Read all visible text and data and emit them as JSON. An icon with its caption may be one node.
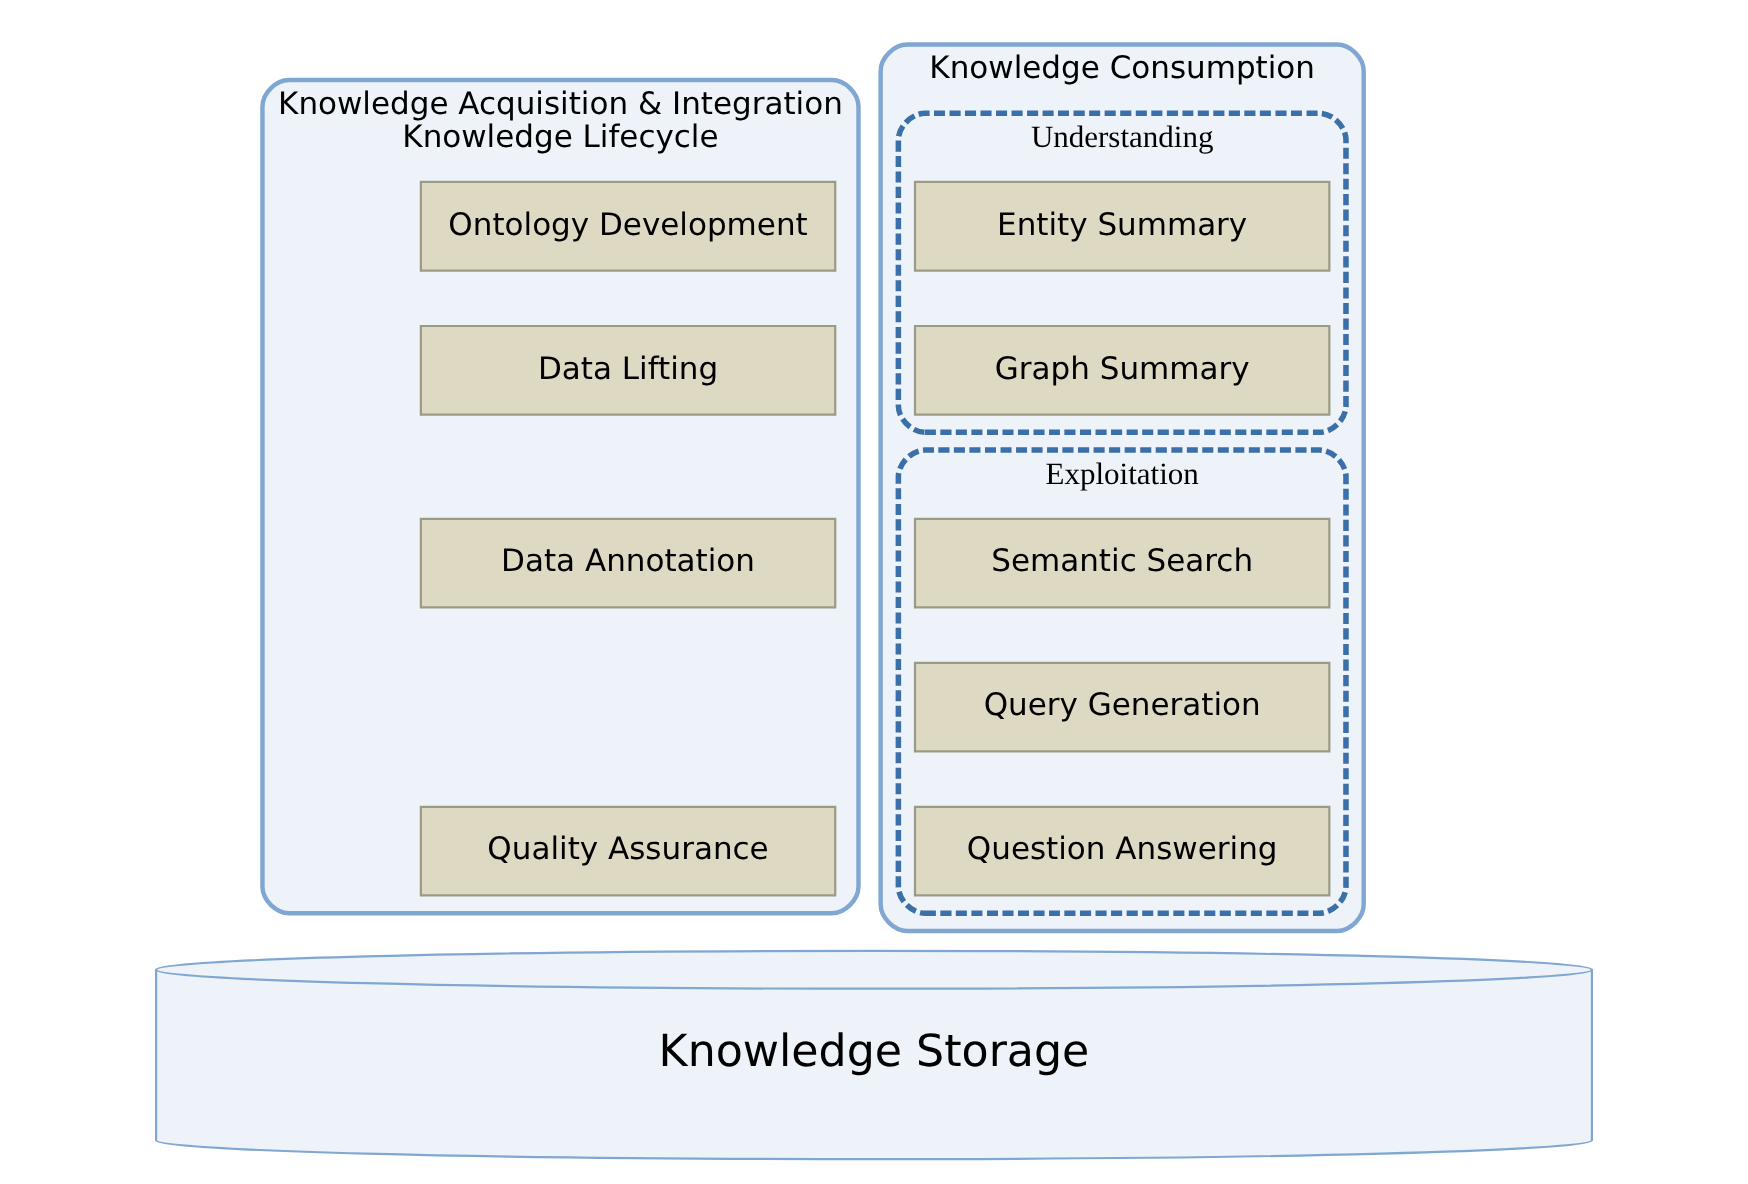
{
  "diagram": {
    "nodes": [
      {
        "text": [
          "Knowledge Acquisition & Integration",
          "Knowledge Lifecycle"
        ]
      },
      {
        "text": [
          "Ontology Development"
        ],
        "in": 0
      },
      {
        "text": [
          "Data Lifting"
        ],
        "in": 0
      },
      {
        "text": [
          "Data Annotation"
        ],
        "in": 0
      },
      {
        "text": [
          "Quality Assurance"
        ],
        "in": 0
      },
      {
        "text": [
          "Knowledge Consumption"
        ]
      },
      {
        "text": [
          "Understanding"
        ],
        "in": 5
      },
      {
        "text": [
          "Entity Summary"
        ],
        "in": 6
      },
      {
        "text": [
          "Graph Summary"
        ],
        "in": 6
      },
      {
        "text": [
          "Exploitation"
        ],
        "in": 5
      },
      {
        "text": [
          "Semantic Search"
        ],
        "in": 9
      },
      {
        "text": [
          "Query Generation"
        ],
        "in": 9
      },
      {
        "text": [
          "Question Answering"
        ],
        "in": 9
      },
      {
        "text": [
          "Knowledge Storage"
        ]
      }
    ],
    "edges": []
  }
}
